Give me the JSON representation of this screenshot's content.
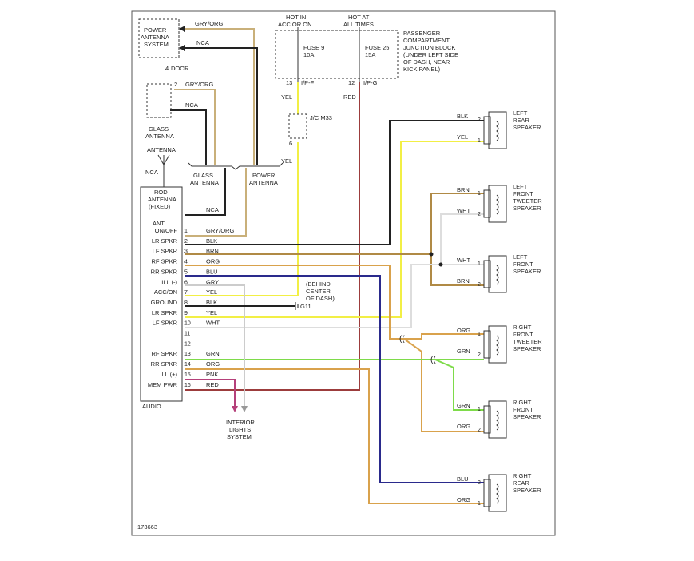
{
  "figure_code": "173663",
  "colors": {
    "black": "#222222",
    "gry_org": "#c9b07a",
    "yellow": "#f2ef45",
    "red": "#9c3c3c",
    "brown": "#b08a45",
    "orange": "#d9a24c",
    "blue": "#2a2a8c",
    "green": "#7edb4a",
    "gray": "#cccccc",
    "white_wire": "#dddddd",
    "pink": "#b5407a",
    "frame": "#555555"
  },
  "top": {
    "hot_in_acc_on": [
      "HOT IN",
      "ACC OR ON"
    ],
    "hot_at_all_times": [
      "HOT AT",
      "ALL TIMES"
    ],
    "fuse9": [
      "FUSE 9",
      "10A"
    ],
    "fuse25": [
      "FUSE 25",
      "15A"
    ],
    "junction_block": [
      "PASSENGER",
      "COMPARTMENT",
      "JUNCTION BLOCK",
      "(UNDER LEFT SIDE",
      "OF DASH, NEAR",
      "KICK PANEL)"
    ],
    "pin13": "13",
    "ip_f": "I/P-F",
    "pin12": "12",
    "ip_g": "I/P-G",
    "yel": "YEL",
    "red": "RED",
    "jc": "J/C M33",
    "jc_pin": "6",
    "yel2": "YEL",
    "behind_dash": [
      "(BEHIND",
      "CENTER",
      "OF DASH)"
    ],
    "g11": "G11"
  },
  "antenna": {
    "power_antenna_system": [
      "POWER",
      "ANTENNA",
      "SYSTEM"
    ],
    "gry_org": "GRY/ORG",
    "nca": "NCA",
    "door_pin": "4",
    "door": "DOOR",
    "pin2": "2",
    "gry_org2": "GRY/ORG",
    "nca2": "NCA",
    "glass_antenna": [
      "GLASS",
      "ANTENNA"
    ],
    "antenna": "ANTENNA",
    "nca3": "NCA",
    "glass_antenna_conn": [
      "GLASS",
      "ANTENNA"
    ],
    "power_antenna_conn": [
      "POWER",
      "ANTENNA"
    ]
  },
  "radio": {
    "title": [
      "ROD",
      "ANTENNA",
      "(FIXED)"
    ],
    "nca": "NCA",
    "footer": "AUDIO",
    "pins": [
      {
        "label": [
          "ANT",
          "ON/OFF"
        ],
        "num": "1",
        "wire": "GRY/ORG"
      },
      {
        "label": [
          "LR SPKR"
        ],
        "num": "2",
        "wire": "BLK"
      },
      {
        "label": [
          "LF SPKR"
        ],
        "num": "3",
        "wire": "BRN"
      },
      {
        "label": [
          "RF SPKR"
        ],
        "num": "4",
        "wire": "ORG"
      },
      {
        "label": [
          "RR SPKR"
        ],
        "num": "5",
        "wire": "BLU"
      },
      {
        "label": [
          "ILL (-)"
        ],
        "num": "6",
        "wire": "GRY"
      },
      {
        "label": [
          "ACC/ON"
        ],
        "num": "7",
        "wire": "YEL"
      },
      {
        "label": [
          "GROUND"
        ],
        "num": "8",
        "wire": "BLK"
      },
      {
        "label": [
          "LR SPKR"
        ],
        "num": "9",
        "wire": "YEL"
      },
      {
        "label": [
          "LF SPKR"
        ],
        "num": "10",
        "wire": "WHT"
      },
      {
        "label": [
          ""
        ],
        "num": "11",
        "wire": ""
      },
      {
        "label": [
          ""
        ],
        "num": "12",
        "wire": ""
      },
      {
        "label": [
          "RF SPKR"
        ],
        "num": "13",
        "wire": "GRN"
      },
      {
        "label": [
          "RR SPKR"
        ],
        "num": "14",
        "wire": "ORG"
      },
      {
        "label": [
          "ILL (+)"
        ],
        "num": "15",
        "wire": "PNK"
      },
      {
        "label": [
          "MEM PWR"
        ],
        "num": "16",
        "wire": "RED"
      }
    ]
  },
  "interior_lights": [
    "INTERIOR",
    "LIGHTS",
    "SYSTEM"
  ],
  "speakers": [
    {
      "name": [
        "LEFT",
        "REAR",
        "SPEAKER"
      ],
      "wire_top": "BLK",
      "pin_top": "2",
      "wire_bot": "YEL",
      "pin_bot": "1"
    },
    {
      "name": [
        "LEFT",
        "FRONT",
        "TWEETER",
        "SPEAKER"
      ],
      "wire_top": "BRN",
      "pin_top": "1",
      "wire_bot": "WHT",
      "pin_bot": "2"
    },
    {
      "name": [
        "LEFT",
        "FRONT",
        "SPEAKER"
      ],
      "wire_top": "WHT",
      "pin_top": "1",
      "wire_bot": "BRN",
      "pin_bot": "2"
    },
    {
      "name": [
        "RIGHT",
        "FRONT",
        "TWEETER",
        "SPEAKER"
      ],
      "wire_top": "ORG",
      "pin_top": "1",
      "wire_bot": "GRN",
      "pin_bot": "2"
    },
    {
      "name": [
        "RIGHT",
        "FRONT",
        "SPEAKER"
      ],
      "wire_top": "GRN",
      "pin_top": "1",
      "wire_bot": "ORG",
      "pin_bot": "2"
    },
    {
      "name": [
        "RIGHT",
        "REAR",
        "SPEAKER"
      ],
      "wire_top": "BLU",
      "pin_top": "2",
      "wire_bot": "ORG",
      "pin_bot": "1"
    }
  ]
}
